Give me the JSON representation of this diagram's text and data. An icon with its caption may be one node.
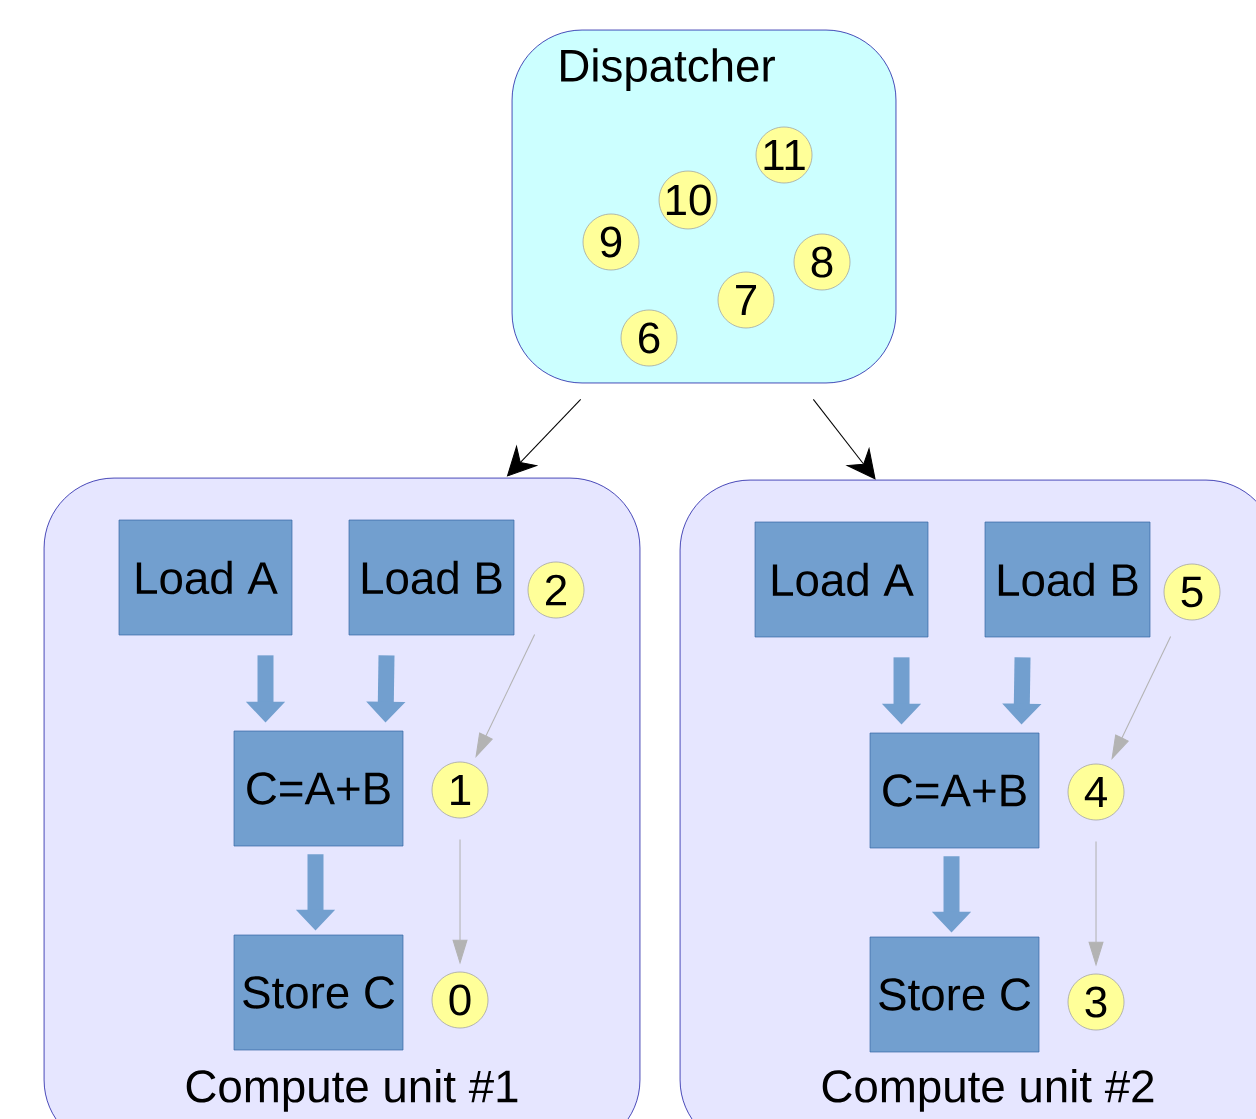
{
  "diagram": {
    "nodes": [
      {
        "text": [
          "Dispatcher"
        ]
      },
      {
        "text": [
          "11"
        ],
        "in": 0
      },
      {
        "text": [
          "10"
        ],
        "in": 0
      },
      {
        "text": [
          "9"
        ],
        "in": 0
      },
      {
        "text": [
          "8"
        ],
        "in": 0
      },
      {
        "text": [
          "7"
        ],
        "in": 0
      },
      {
        "text": [
          "6"
        ],
        "in": 0
      },
      {
        "text": [
          "Compute unit #1"
        ]
      },
      {
        "text": [
          "Load A"
        ],
        "in": 7
      },
      {
        "text": [
          "Load B"
        ],
        "in": 7
      },
      {
        "text": [
          "2"
        ],
        "in": 7
      },
      {
        "text": [
          "C=A+B"
        ],
        "in": 7
      },
      {
        "text": [
          "1"
        ],
        "in": 7
      },
      {
        "text": [
          "Store C"
        ],
        "in": 7
      },
      {
        "text": [
          "0"
        ],
        "in": 7
      },
      {
        "text": [
          "Compute unit #2"
        ]
      },
      {
        "text": [
          "Load A"
        ],
        "in": 15
      },
      {
        "text": [
          "Load B"
        ],
        "in": 15
      },
      {
        "text": [
          "5"
        ],
        "in": 15
      },
      {
        "text": [
          "C=A+B"
        ],
        "in": 15
      },
      {
        "text": [
          "4"
        ],
        "in": 15
      },
      {
        "text": [
          "Store C"
        ],
        "in": 15
      },
      {
        "text": [
          "3"
        ],
        "in": 15
      }
    ],
    "edges": [
      {
        "from": 0,
        "to": 7,
        "arrow": "to",
        "color": "#000000"
      },
      {
        "from": 0,
        "to": 15,
        "arrow": "to",
        "color": "#000000"
      },
      {
        "from": 8,
        "to": 11,
        "arrow": "to",
        "style": "thick"
      },
      {
        "from": 9,
        "to": 11,
        "arrow": "to",
        "style": "thick"
      },
      {
        "from": 11,
        "to": 13,
        "arrow": "to",
        "style": "thick"
      },
      {
        "from": 10,
        "to": 12,
        "arrow": "to",
        "color": "#b3b3b3"
      },
      {
        "from": 12,
        "to": 14,
        "arrow": "to",
        "color": "#b3b3b3"
      },
      {
        "from": 16,
        "to": 19,
        "arrow": "to",
        "style": "thick"
      },
      {
        "from": 17,
        "to": 19,
        "arrow": "to",
        "style": "thick"
      },
      {
        "from": 19,
        "to": 21,
        "arrow": "to",
        "style": "thick"
      },
      {
        "from": 18,
        "to": 20,
        "arrow": "to",
        "color": "#b3b3b3"
      },
      {
        "from": 20,
        "to": 22,
        "arrow": "to",
        "color": "#b3b3b3"
      }
    ]
  }
}
